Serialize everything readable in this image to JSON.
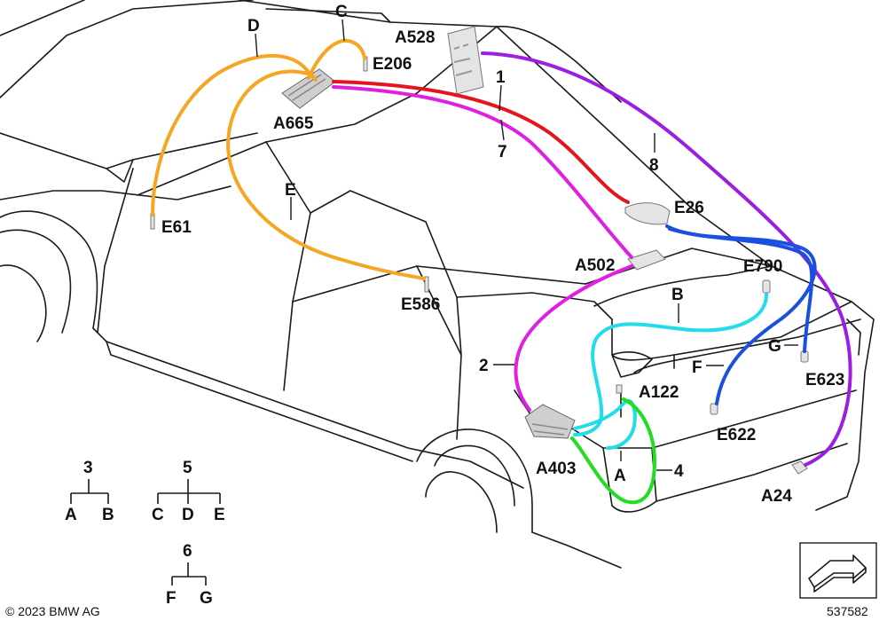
{
  "colors": {
    "orange": "#f5a623",
    "red": "#e3161f",
    "magenta": "#e020e0",
    "purple": "#9b1fe0",
    "blue": "#1a4fe0",
    "cyan": "#22dde8",
    "green": "#22dd22"
  },
  "components": {
    "a528": "A528",
    "e206": "E206",
    "a665": "A665",
    "e61": "E61",
    "e586": "E586",
    "e26": "E26",
    "a502": "A502",
    "e790": "E790",
    "a122": "A122",
    "e623": "E623",
    "e622": "E622",
    "a403": "A403",
    "a24": "A24"
  },
  "wires": {
    "d": "D",
    "c": "C",
    "e": "E",
    "one": "1",
    "seven": "7",
    "eight": "8",
    "two": "2",
    "b": "B",
    "g": "G",
    "f": "F",
    "a": "A",
    "four": "4"
  },
  "legend": {
    "tree3": {
      "root": "3",
      "children": [
        "A",
        "B"
      ]
    },
    "tree5": {
      "root": "5",
      "children": [
        "C",
        "D",
        "E"
      ]
    },
    "tree6": {
      "root": "6",
      "children": [
        "F",
        "G"
      ]
    }
  },
  "footer": {
    "copyright": "© 2023 BMW AG",
    "diagram_number": "537582"
  },
  "icons": {
    "orientation": "vehicle-orientation-icon"
  }
}
